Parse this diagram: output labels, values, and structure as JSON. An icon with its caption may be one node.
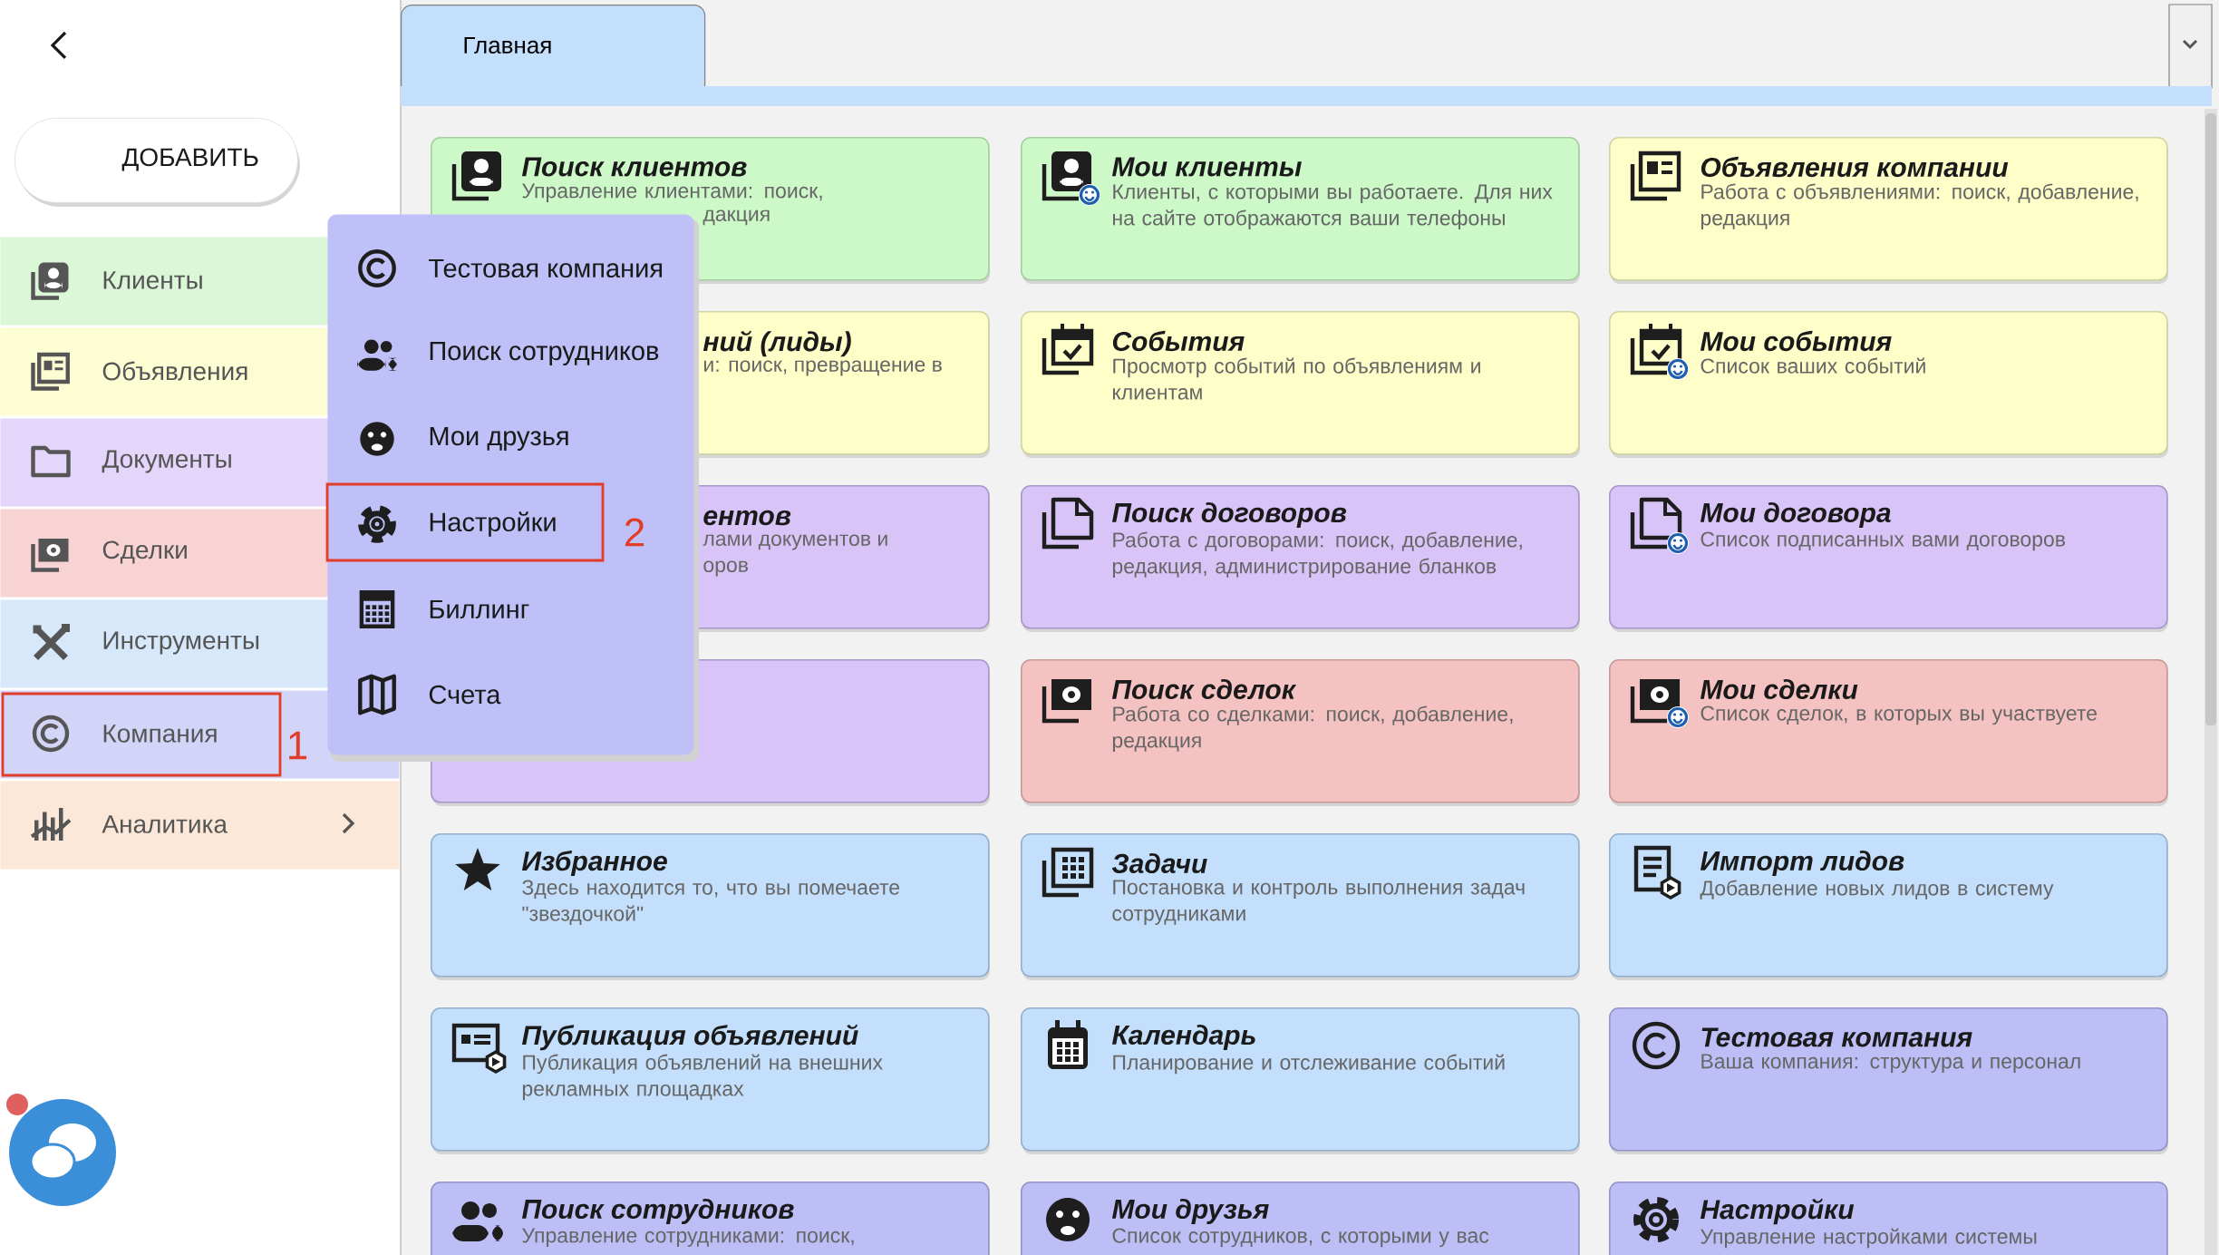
{
  "diagram": {
    "nodes": [
      {
        "text": [
          "ДОБАВИТЬ"
        ]
      },
      {
        "text": [
          "Клиенты"
        ]
      },
      {
        "text": [
          "Объявления"
        ]
      },
      {
        "text": [
          "Документы"
        ]
      },
      {
        "text": [
          "Сделки"
        ]
      },
      {
        "text": [
          "Инструменты"
        ]
      },
      {
        "text": [
          "Компания"
        ]
      },
      {
        "text": [
          "Аналитика"
        ]
      },
      {
        "text": [],
        "shape": "box"
      },
      {
        "text": [
          "Тестовая компания"
        ]
      },
      {
        "text": [
          "Поиск сотрудников"
        ]
      },
      {
        "text": [
          "Мои друзья"
        ]
      },
      {
        "text": [
          "Настройки"
        ]
      },
      {
        "text": [
          "Биллинг"
        ]
      },
      {
        "text": [
          "Счета"
        ]
      },
      {
        "text": [
          "Главная"
        ]
      },
      {
        "text": [
          "Поиск клиентов",
          "Управление клиентами: поиск,",
          "дакция"
        ]
      },
      {
        "text": [
          "Мои клиенты",
          "Клиенты, с которыми вы работаете. Для них на сайте отображаются ваши телефоны"
        ]
      },
      {
        "text": [
          "Объявления компании",
          "Работа с объявлениями: поиск, добавление, редакция"
        ]
      },
      {
        "text": [
          "ний (лиды)",
          "и: поиск, превращение в"
        ]
      },
      {
        "text": [
          "События",
          "Просмотр событий по объявлениям и клиентам"
        ]
      },
      {
        "text": [
          "Мои события",
          "Список ваших событий"
        ]
      },
      {
        "text": [
          "ентов",
          "лами документов и",
          "оров"
        ]
      },
      {
        "text": [
          "Поиск договоров",
          "Работа с договорами: поиск, добавление, редакция, администрирование бланков"
        ]
      },
      {
        "text": [
          "Мои договора",
          "Список подписанных вами договоров"
        ]
      },
      {
        "text": [],
        "shape": "box"
      },
      {
        "text": [
          "Поиск сделок",
          "Работа со сделками: поиск, добавление, редакция"
        ]
      },
      {
        "text": [
          "Мои сделки",
          "Список сделок, в которых вы участвуете"
        ]
      },
      {
        "text": [
          "Избранное",
          "Здесь находится то, что вы помечаете \"звездочкой\""
        ]
      },
      {
        "text": [
          "Задачи",
          "Постановка и контроль выполнения задач сотрудниками"
        ]
      },
      {
        "text": [
          "Импорт лидов",
          "Добавление новых лидов в систему"
        ]
      },
      {
        "text": [
          "Публикация объявлений",
          "Публикация объявлений на внешних рекламных площадках"
        ]
      },
      {
        "text": [
          "Календарь",
          "Планирование и отслеживание событий"
        ]
      },
      {
        "text": [
          "Тестовая компания",
          "Ваша компания: структура и персонал"
        ]
      },
      {
        "text": [
          "Поиск сотрудников",
          "Управление сотрудниками: поиск,"
        ]
      },
      {
        "text": [
          "Мои друзья",
          "Список сотрудников, с которыми у вас"
        ]
      },
      {
        "text": [
          "Настройки",
          "Управление настройками системы"
        ]
      }
    ],
    "labels": [
      "1",
      "2"
    ]
  }
}
